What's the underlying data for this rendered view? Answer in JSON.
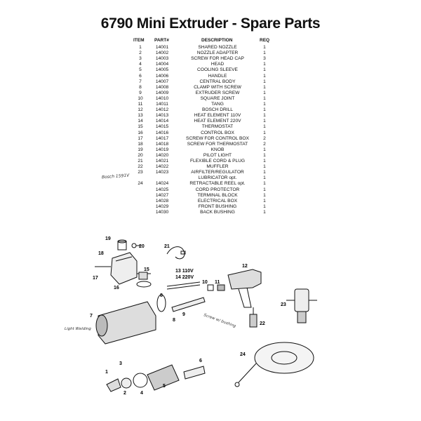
{
  "title": "6790 Mini Extruder - Spare Parts",
  "columns": {
    "item": "ITEM",
    "part": "PART#",
    "description": "DESCRIPTION",
    "req": "REQ"
  },
  "parts": [
    {
      "item": "1",
      "part": "14001",
      "description": "SHARED NOZZLE",
      "req": "1"
    },
    {
      "item": "2",
      "part": "14002",
      "description": "NOZZLE ADAPTER",
      "req": "1"
    },
    {
      "item": "3",
      "part": "14003",
      "description": "SCREW FOR HEAD CAP",
      "req": "3"
    },
    {
      "item": "4",
      "part": "14004",
      "description": "HEAD",
      "req": "1"
    },
    {
      "item": "5",
      "part": "14005",
      "description": "COOLING SLEEVE",
      "req": "1"
    },
    {
      "item": "6",
      "part": "14006",
      "description": "HANDLE",
      "req": "1"
    },
    {
      "item": "7",
      "part": "14007",
      "description": "CENTRAL BODY",
      "req": "1"
    },
    {
      "item": "8",
      "part": "14008",
      "description": "CLAMP WITH SCREW",
      "req": "1"
    },
    {
      "item": "9",
      "part": "14009",
      "description": "EXTRUDER SCREW",
      "req": "1"
    },
    {
      "item": "10",
      "part": "14010",
      "description": "SQUARE JOINT",
      "req": "1"
    },
    {
      "item": "11",
      "part": "14011",
      "description": "TANG",
      "req": "1"
    },
    {
      "item": "12",
      "part": "14012",
      "description": "BOSCH DRILL",
      "req": "1"
    },
    {
      "item": "13",
      "part": "14013",
      "description": "HEAT ELEMENT 110V",
      "req": "1"
    },
    {
      "item": "14",
      "part": "14014",
      "description": "HEAT ELEMENT 220V",
      "req": "1"
    },
    {
      "item": "15",
      "part": "14015",
      "description": "THERMOSTAT",
      "req": "1"
    },
    {
      "item": "16",
      "part": "14016",
      "description": "CONTROL BOX",
      "req": "1"
    },
    {
      "item": "17",
      "part": "14017",
      "description": "SCREW FOR CONTROL BOX",
      "req": "2"
    },
    {
      "item": "18",
      "part": "14018",
      "description": "SCREW FOR THERMOSTAT",
      "req": "2"
    },
    {
      "item": "19",
      "part": "14019",
      "description": "KNOB",
      "req": "1"
    },
    {
      "item": "20",
      "part": "14020",
      "description": "PILOT LIGHT",
      "req": "1"
    },
    {
      "item": "21",
      "part": "14021",
      "description": "FLEXIBLE CORD & PLUG",
      "req": "1"
    },
    {
      "item": "22",
      "part": "14022",
      "description": "MUFFLER",
      "req": "1"
    },
    {
      "item": "23",
      "part": "14023",
      "description": "AIRFILTER/REGULATOR",
      "req": "1"
    },
    {
      "item": "",
      "part": "",
      "description": "LUBRICATOR opt.",
      "req": "1"
    },
    {
      "item": "24",
      "part": "14024",
      "description": "RETRACTABLE REEL opt.",
      "req": "1"
    },
    {
      "item": "",
      "part": "14025",
      "description": "CORD PROTECTOR",
      "req": "1"
    },
    {
      "item": "",
      "part": "14027",
      "description": "TERMINAL BLOCK",
      "req": "1"
    },
    {
      "item": "",
      "part": "14028",
      "description": "ELECTRICAL BOX",
      "req": "1"
    },
    {
      "item": "",
      "part": "14029",
      "description": "FRONT BUSHING",
      "req": "1"
    },
    {
      "item": "",
      "part": "14030",
      "description": "BACK BUSHING",
      "req": "1"
    }
  ],
  "handwritten_notes": {
    "left_note": "Bosch 1591V",
    "diagram_note_1": "Light Welding",
    "diagram_note_2": "Screw w/ bushing"
  },
  "callouts": {
    "c1": "1",
    "c2": "2",
    "c3": "3",
    "c4": "4",
    "c5": "5",
    "c6": "6",
    "c7": "7",
    "c8": "8",
    "c9": "9",
    "c10": "10",
    "c11": "11",
    "c12": "12",
    "c13": "13 110V",
    "c14": "14 220V",
    "c15": "15",
    "c16": "16",
    "c17": "17",
    "c18": "18",
    "c19": "19",
    "c20": "20",
    "c21": "21",
    "c22": "22",
    "c23": "23",
    "c24": "24"
  }
}
